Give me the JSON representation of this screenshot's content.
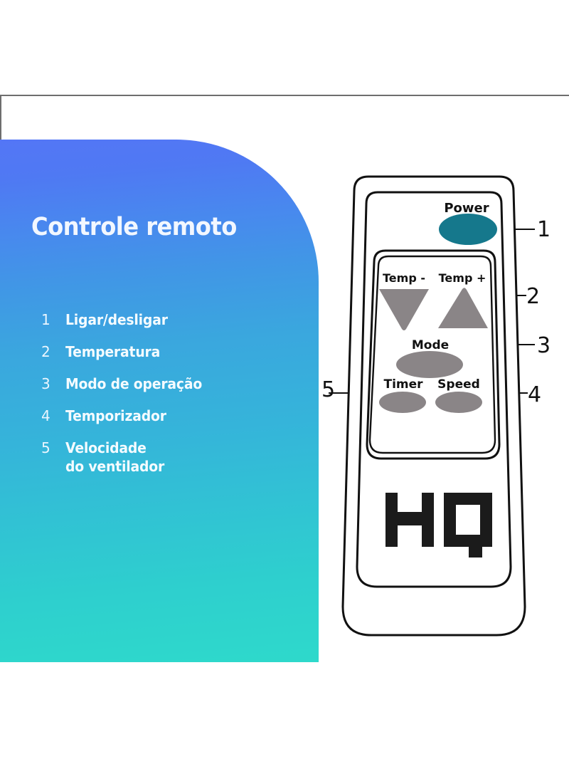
{
  "panel": {
    "title": "Controle remoto",
    "items": [
      {
        "number": "1",
        "label": "Ligar/desligar"
      },
      {
        "number": "2",
        "label": "Temperatura"
      },
      {
        "number": "3",
        "label": "Modo de operação"
      },
      {
        "number": "4",
        "label": "Temporizador"
      },
      {
        "number": "5",
        "label": "Velocidade\ndo ventilador"
      }
    ],
    "colors": {
      "gradient_top": "#5476f6",
      "gradient_mid": "#35b4da",
      "gradient_bottom": "#2ed9cb",
      "text": "#f2f7ff"
    }
  },
  "remote": {
    "brand": "HQ",
    "buttons": {
      "power": "Power",
      "temp_down": "Temp -",
      "temp_up": "Temp +",
      "mode": "Mode",
      "timer": "Timer",
      "speed": "Speed"
    },
    "colors": {
      "power_button": "#15788c",
      "gray_button": "#8a8587",
      "outline": "#111111",
      "body": "#ffffff",
      "logo": "#1b1b1b"
    }
  },
  "callouts": [
    {
      "number": "1",
      "target": "power"
    },
    {
      "number": "2",
      "target": "temp"
    },
    {
      "number": "3",
      "target": "mode"
    },
    {
      "number": "4",
      "target": "speed"
    },
    {
      "number": "5",
      "target": "timer"
    }
  ]
}
